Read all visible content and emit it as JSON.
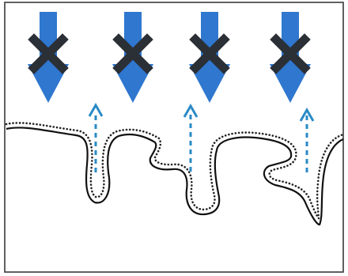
{
  "diagram": {
    "colors": {
      "background": "#ffffff",
      "frame": "#3a3a3a",
      "down_arrow": "#2f77cf",
      "x_mark": "#2b2f36",
      "up_arrow": "#2a8ac6",
      "surface_line": "#111111",
      "dotted_line": "#222222"
    },
    "down_arrows": [
      {
        "icon": "blue-down-arrow-with-x"
      },
      {
        "icon": "blue-down-arrow-with-x"
      },
      {
        "icon": "blue-down-arrow-with-x"
      },
      {
        "icon": "blue-down-arrow-with-x"
      }
    ],
    "up_arrows": [
      {
        "icon": "dashed-up-arrow"
      },
      {
        "icon": "dashed-up-arrow"
      },
      {
        "icon": "dashed-up-arrow"
      }
    ],
    "surface": {
      "icon": "rough-surface-profile-with-dotted-coating"
    }
  }
}
